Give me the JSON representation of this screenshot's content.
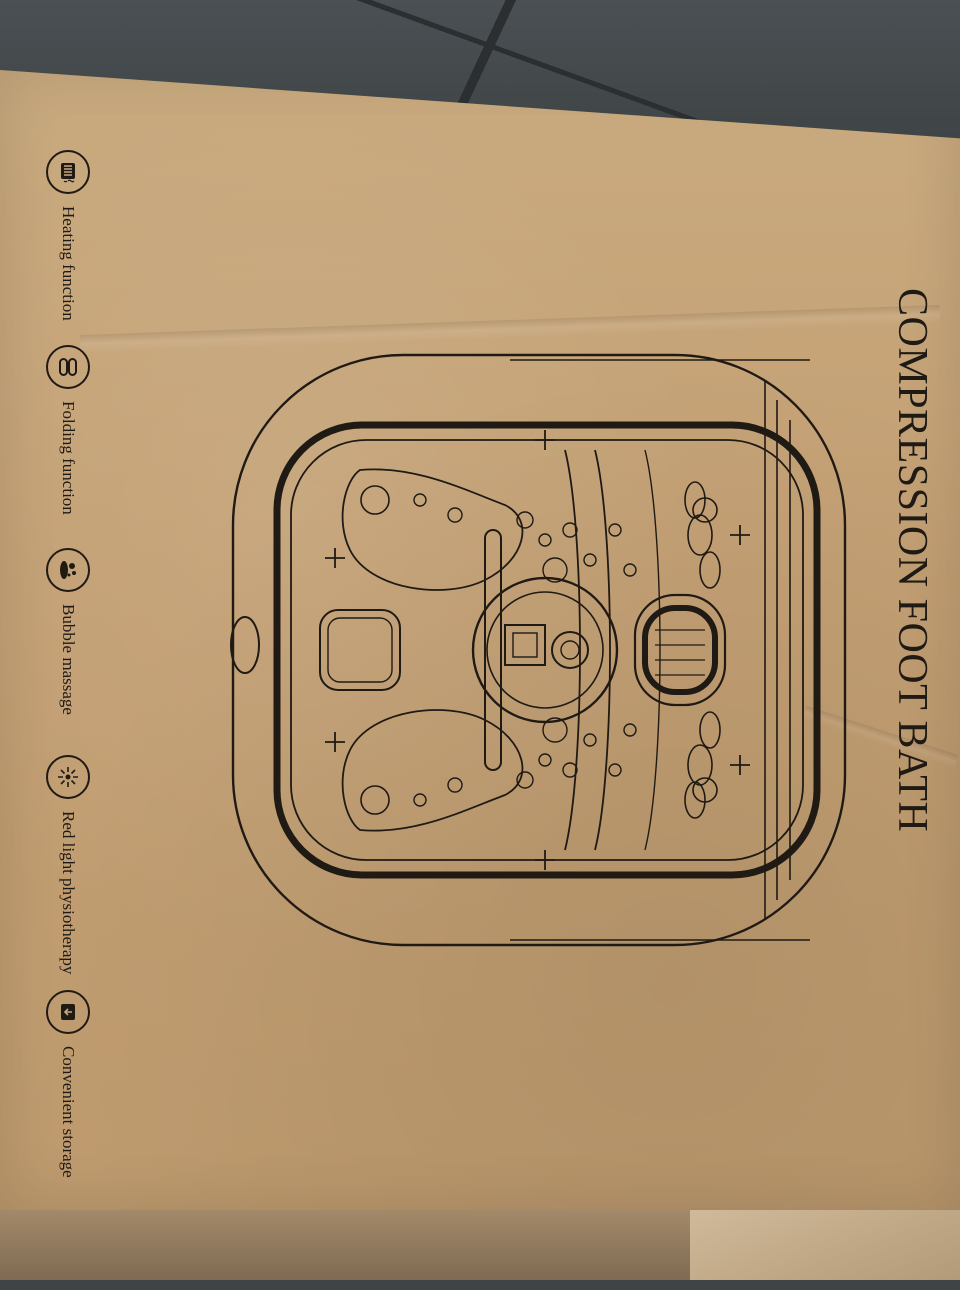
{
  "title": "COMPRESSION FOOT BATH",
  "features": [
    {
      "label": "Heating function",
      "icon": "heating-icon"
    },
    {
      "label": "Folding function",
      "icon": "folding-icon"
    },
    {
      "label": "Bubble massage",
      "icon": "bubble-massage-icon"
    },
    {
      "label": "Red light physiotherapy",
      "icon": "red-light-icon"
    },
    {
      "label": "Convenient storage",
      "icon": "storage-icon"
    }
  ],
  "colors": {
    "cardboard": "#c9aa7f",
    "ink": "#1f1a14",
    "floor": "#3f4446"
  }
}
